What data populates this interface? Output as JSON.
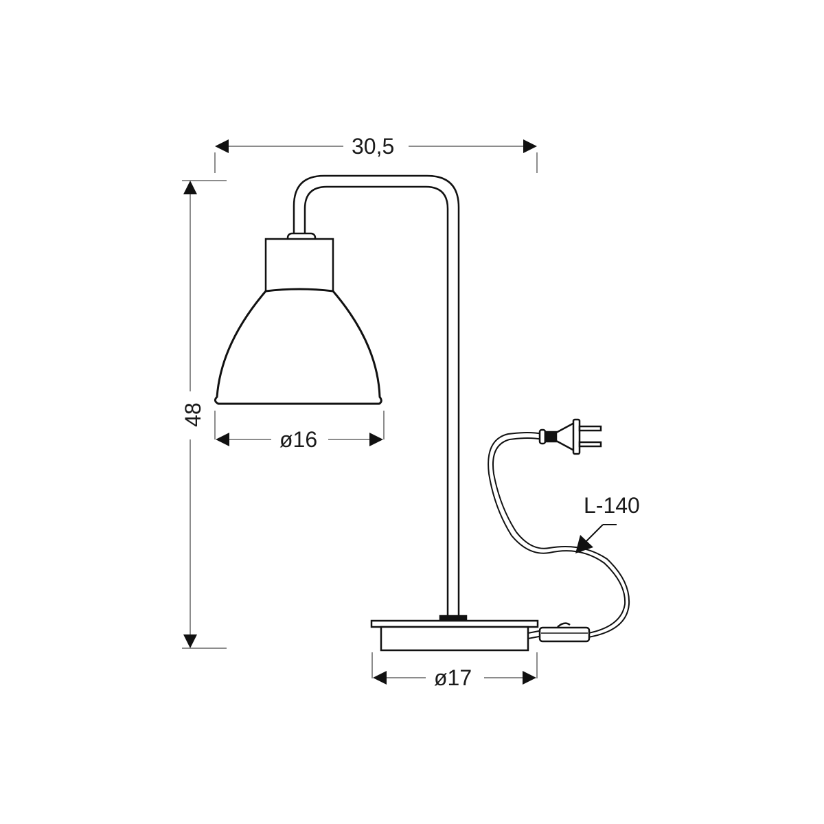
{
  "diagram": {
    "type": "technical-drawing",
    "subject": "table lamp with dome shade",
    "colors": {
      "line": "#111111",
      "dimension_line": "#555555",
      "background": "#ffffff"
    },
    "dimensions": {
      "total_width": "30,5",
      "total_height": "48",
      "shade_diameter": "ø16",
      "base_diameter": "ø17",
      "cable_length": "L-140"
    },
    "parts": [
      "curved-arm",
      "shade-socket",
      "dome-shade",
      "vertical-pole",
      "round-base",
      "power-cord",
      "inline-switch",
      "euro-plug"
    ]
  }
}
